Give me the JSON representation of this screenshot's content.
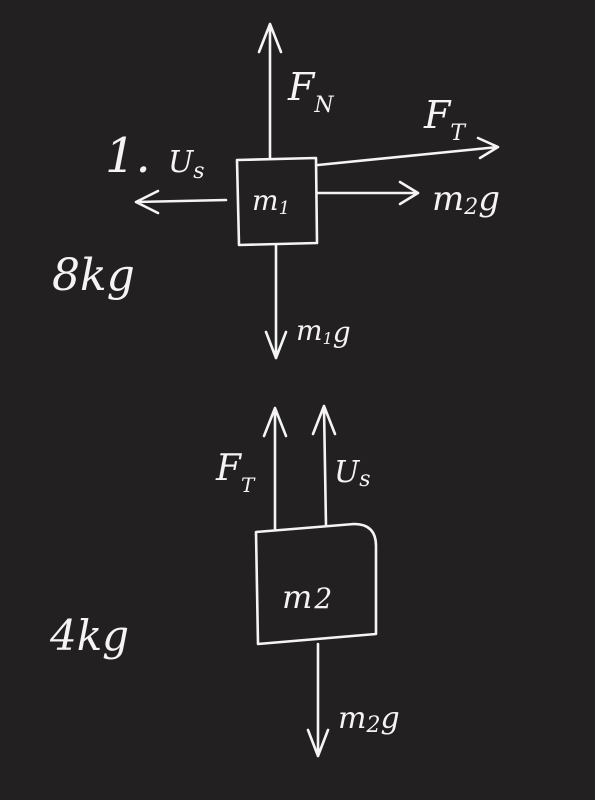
{
  "colors": {
    "background": "#222020",
    "ink": "#f4f4f4"
  },
  "problem_number": "1.",
  "diagram1": {
    "mass_text": "8kg",
    "block_label_main": "m",
    "block_label_sub": "1",
    "normal_force": {
      "main": "F",
      "sub": "N"
    },
    "tension_force": {
      "main": "F",
      "sub": "T"
    },
    "friction_force": {
      "main": "U",
      "sub": "s"
    },
    "pull_force": {
      "main": "m",
      "sub": "2",
      "tail": "g"
    },
    "weight_force": {
      "main": "m",
      "sub": "1",
      "tail": "g"
    }
  },
  "diagram2": {
    "mass_text": "4kg",
    "block_label_main": "m",
    "block_label_sub": "2",
    "tension_force": {
      "main": "F",
      "sub": "T"
    },
    "friction_force": {
      "main": "U",
      "sub": "s"
    },
    "weight_force": {
      "main": "m",
      "sub": "2",
      "tail": "g"
    }
  }
}
